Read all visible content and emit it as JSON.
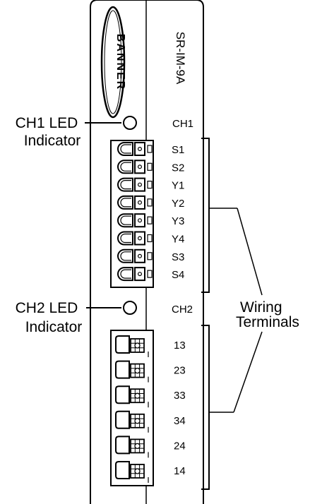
{
  "module": {
    "model": "SR-IM-9A",
    "brand": "BANNER"
  },
  "leds": [
    {
      "id": "ch1",
      "panel_label": "CH1",
      "callout_line1": "CH1 LED",
      "callout_line2": "Indicator"
    },
    {
      "id": "ch2",
      "panel_label": "CH2",
      "callout_line1": "CH2 LED",
      "callout_line2": "Indicator"
    }
  ],
  "upper_terminals": [
    "S1",
    "S2",
    "Y1",
    "Y2",
    "Y3",
    "Y4",
    "S3",
    "S4"
  ],
  "lower_terminals": [
    "13",
    "23",
    "33",
    "34",
    "24",
    "14"
  ],
  "wiring_callout": {
    "line1": "Wiring",
    "line2": "Terminals"
  }
}
